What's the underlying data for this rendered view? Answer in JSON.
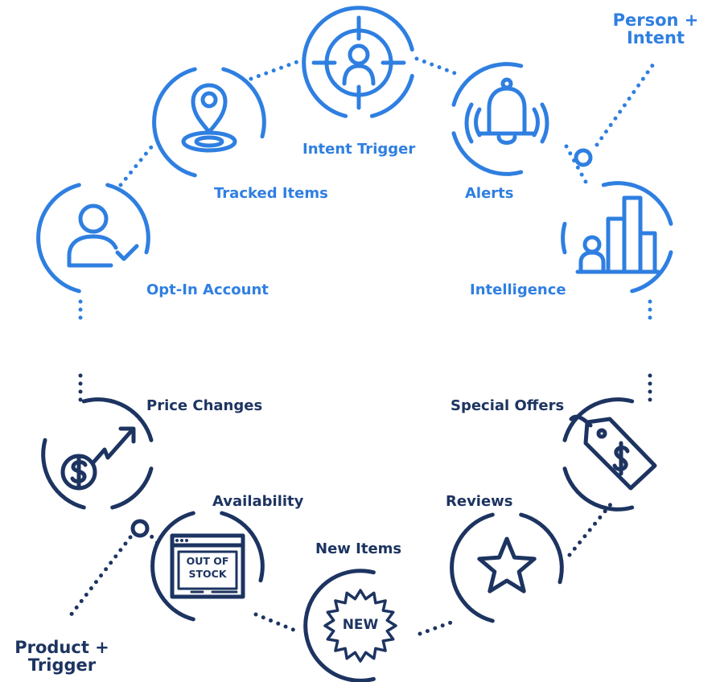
{
  "colors": {
    "blue": "#2f7fe1",
    "navy": "#1d3461"
  },
  "groups": {
    "person_intent": {
      "label_line1": "Person +",
      "label_line2": "Intent"
    },
    "product_trigger": {
      "label_line1": "Product +",
      "label_line2": "Trigger"
    }
  },
  "nodes": {
    "opt_in_account": {
      "label": "Opt-In Account",
      "icon": "user-check-icon"
    },
    "tracked_items": {
      "label": "Tracked Items",
      "icon": "map-pin-icon"
    },
    "intent_trigger": {
      "label": "Intent Trigger",
      "icon": "target-user-icon"
    },
    "alerts": {
      "label": "Alerts",
      "icon": "bell-icon"
    },
    "intelligence": {
      "label": "Intelligence",
      "icon": "bar-chart-person-icon"
    },
    "price_changes": {
      "label": "Price Changes",
      "icon": "dollar-arrow-icon"
    },
    "availability": {
      "label": "Availability",
      "icon": "out-of-stock-window-icon",
      "badge_line1": "OUT OF",
      "badge_line2": "STOCK"
    },
    "new_items": {
      "label": "New Items",
      "icon": "new-starburst-icon",
      "badge": "NEW"
    },
    "reviews": {
      "label": "Reviews",
      "icon": "star-icon"
    },
    "special_offers": {
      "label": "Special Offers",
      "icon": "price-tag-dollar-icon"
    }
  }
}
